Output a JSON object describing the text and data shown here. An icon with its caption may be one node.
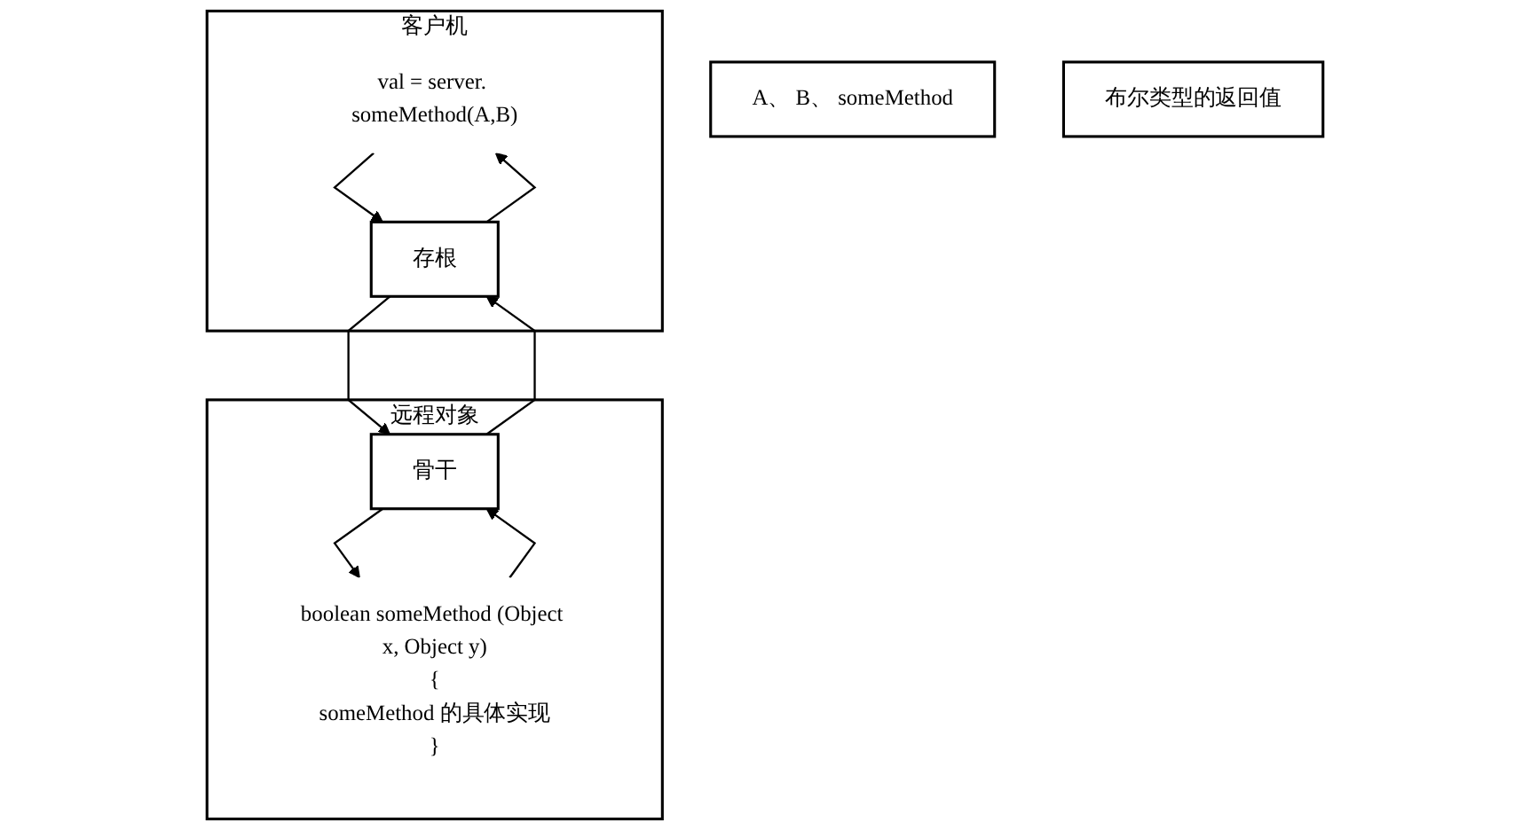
{
  "diagram": {
    "nodes": [
      {
        "text": [
          "客户机"
        ]
      },
      {
        "text": [
          "val = server. someMethod(A,B)"
        ],
        "in": 0
      },
      {
        "text": [
          "存根"
        ],
        "in": 0
      },
      {
        "text": [
          "远程对象"
        ]
      },
      {
        "text": [
          "boolean someMethod (Object x, Object y)",
          "{",
          "someMethod 的具体实现",
          "}"
        ],
        "in": 3
      },
      {
        "text": [
          "骨干"
        ],
        "in": 3
      },
      {
        "text": [
          "A、 B、 someMethod"
        ]
      },
      {
        "text": [
          "布尔类型的返回值"
        ]
      }
    ],
    "edges": [
      {
        "from": 2,
        "to": 1,
        "arrow": "to"
      },
      {
        "from": 1,
        "to": 2,
        "arrow": "to"
      },
      {
        "from": 2,
        "to": 5,
        "arrow": "to"
      },
      {
        "from": 5,
        "to": 2,
        "arrow": "to"
      },
      {
        "from": 5,
        "to": 4,
        "arrow": "to"
      },
      {
        "from": 4,
        "to": 5,
        "arrow": "to"
      }
    ]
  }
}
